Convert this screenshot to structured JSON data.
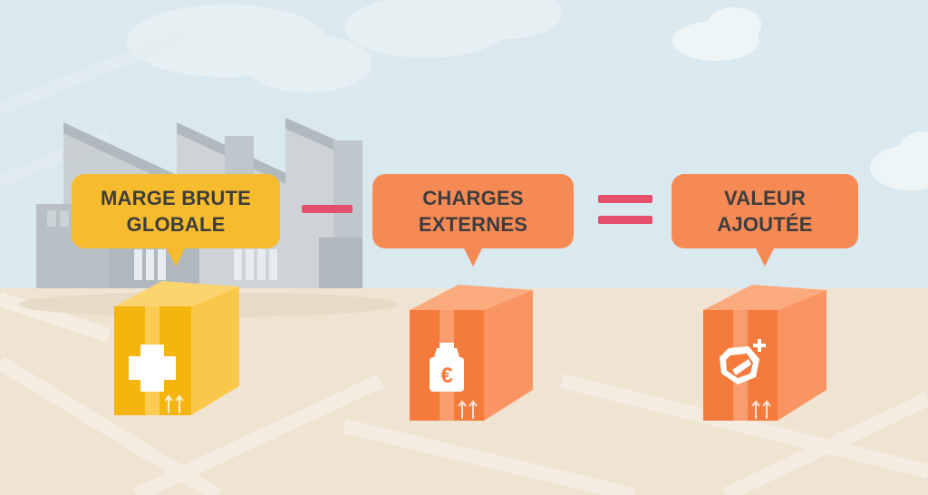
{
  "colors": {
    "sky": "#d9e9ef",
    "ground": "#efe3d2",
    "yellow": "#f7bc2e",
    "orange": "#f68a54",
    "operator": "#e34f6d",
    "text": "#3d3d3d",
    "building": "#c4c9cc"
  },
  "equation": {
    "term1": {
      "label": "MARGE BRUTE\nGLOBALE",
      "icon": "plus-cross-icon",
      "color": "#f7bc2e"
    },
    "operator1": {
      "symbol": "minus"
    },
    "term2": {
      "label": "CHARGES\nEXTERNES",
      "icon": "euro-weight-icon",
      "color": "#f68a54"
    },
    "operator2": {
      "symbol": "equals"
    },
    "result": {
      "label": "VALEUR\nAJOUTÉE",
      "icon": "gem-plus-icon",
      "color": "#f68a54"
    }
  }
}
